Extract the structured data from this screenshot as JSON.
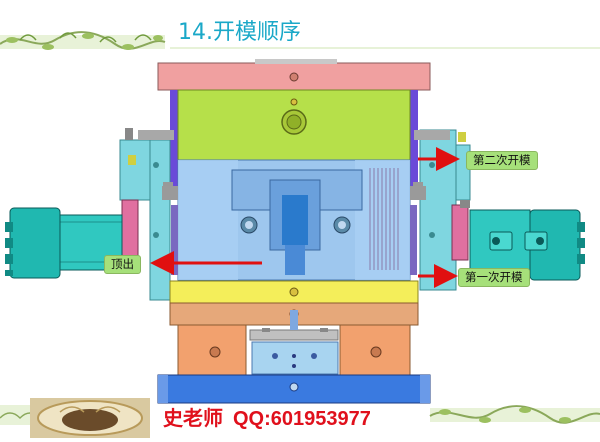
{
  "title": "14.开模顺序",
  "labels": {
    "second_open": "第二次开模",
    "first_open": "第一次开模",
    "ejection": "顶出"
  },
  "footer": {
    "teacher": "史老师",
    "qq": "QQ:601953977"
  },
  "colors": {
    "title": "#1aa8c8",
    "footer_text": "#e0101c",
    "arrow": "#e01010",
    "label_bg": "#a6e07a",
    "plate_top": "#f0a0a0",
    "plate_green": "#b6e04a",
    "plate_yellow": "#f4ee5a",
    "plate_orange": "#f2a16e",
    "cylinder": "#20b8b0"
  }
}
